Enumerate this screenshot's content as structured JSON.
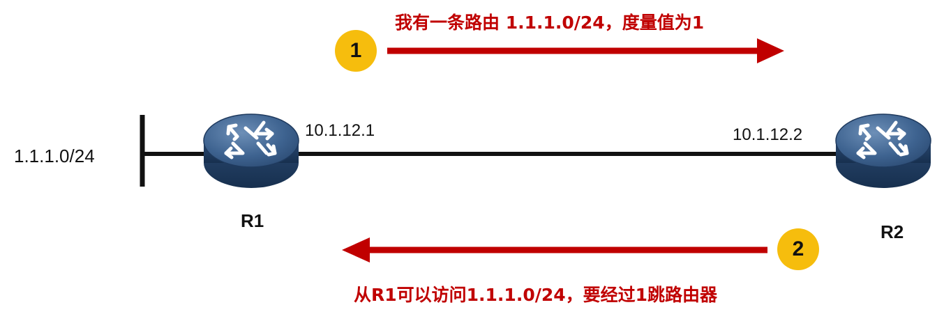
{
  "network_label": "1.1.1.0/24",
  "routers": [
    {
      "name": "R1",
      "interface_ip": "10.1.12.1"
    },
    {
      "name": "R2",
      "interface_ip": "10.1.12.2"
    }
  ],
  "steps": [
    {
      "number": "1",
      "text": "我有一条路由 1.1.1.0/24，度量值为1",
      "direction": "R1 to R2"
    },
    {
      "number": "2",
      "text": "从R1可以访问1.1.1.0/24，要经过1跳路由器",
      "direction": "R2 to R1"
    }
  ],
  "colors": {
    "arrow": "#c00000",
    "step_badge": "#f6bd0d",
    "router_body": "#2f4f7a",
    "link": "#111111"
  },
  "icons": {
    "router": "router-icon"
  }
}
